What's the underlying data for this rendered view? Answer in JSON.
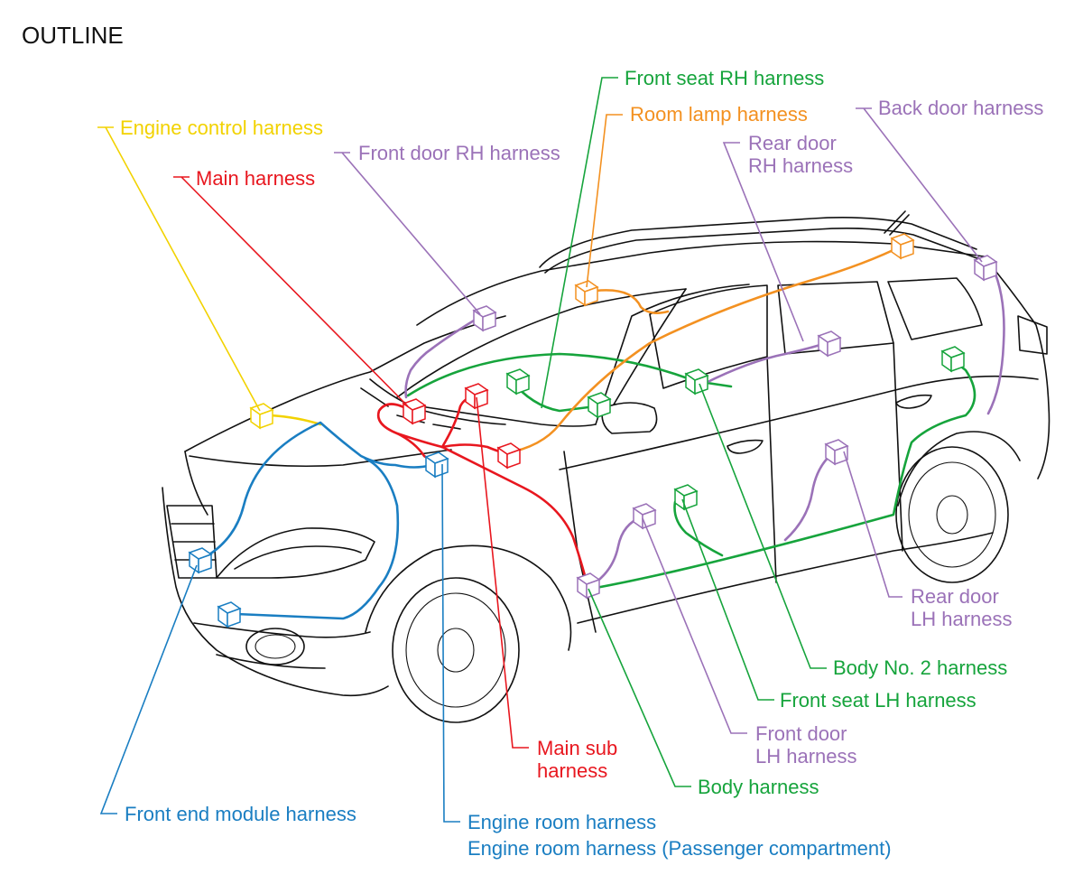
{
  "page_title": "OUTLINE",
  "colors": {
    "yellow": "#f2d200",
    "red": "#e8171f",
    "purple": "#9b72b8",
    "green": "#16a43c",
    "orange": "#f39121",
    "blue": "#1a7ec2",
    "line": "#111111"
  },
  "icons": [
    "connector-icon"
  ],
  "labels": {
    "engine_control": "Engine control harness",
    "main": "Main harness",
    "front_door_rh": "Front door RH harness",
    "front_seat_rh": "Front seat RH harness",
    "room_lamp": "Room lamp harness",
    "rear_door_rh_1": "Rear door",
    "rear_door_rh_2": "RH harness",
    "back_door": "Back door harness",
    "rear_door_lh_1": "Rear door",
    "rear_door_lh_2": "LH harness",
    "body_no2": "Body No. 2 harness",
    "front_seat_lh": "Front seat LH harness",
    "front_door_lh_1": "Front door",
    "front_door_lh_2": "LH harness",
    "main_sub_1": "Main sub",
    "main_sub_2": "harness",
    "body": "Body harness",
    "front_end_module": "Front end module harness",
    "engine_room": "Engine room harness",
    "engine_room_passenger": "Engine room harness (Passenger compartment)"
  }
}
